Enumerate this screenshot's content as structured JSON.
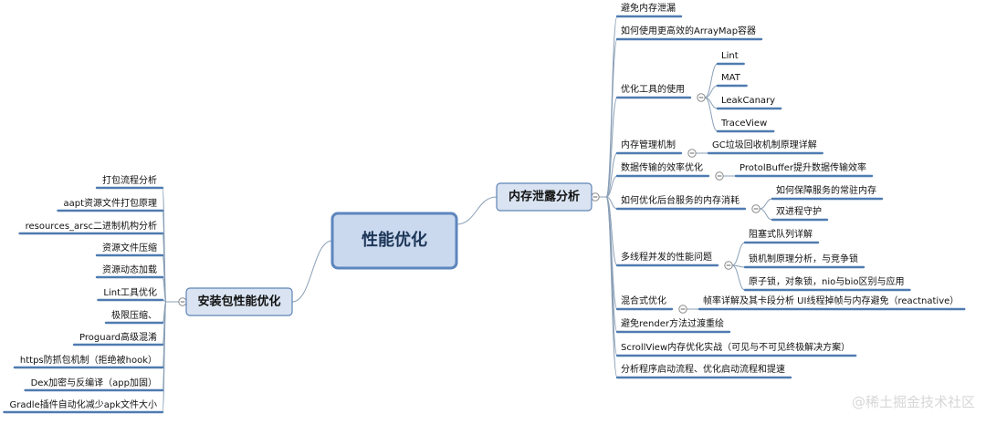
{
  "colors": {
    "connector": "#8a9fb6",
    "underline": "#4f7bb0",
    "center_fill": "#cad9ee",
    "center_border": "#5d86bd",
    "branch_fill": "#d9e3f1",
    "branch_border": "#5f84b6"
  },
  "center": {
    "label": "性能优化"
  },
  "left_branch": {
    "label": "安装包性能优化",
    "items": [
      "打包流程分析",
      "aapt资源文件打包原理",
      "resources_arsc二进制机构分析",
      "资源文件压缩",
      "资源动态加载",
      "Lint工具优化",
      "极限压缩、",
      "Proguard高级混淆",
      "https防抓包机制（拒绝被hook）",
      "Dex加密与反编译（app加固）",
      "Gradle插件自动化减少apk文件大小"
    ]
  },
  "right_branch": {
    "label": "内存泄露分析",
    "items": [
      {
        "label": "避免内存泄漏",
        "children": []
      },
      {
        "label": "如何使用更高效的ArrayMap容器",
        "children": []
      },
      {
        "label": "优化工具的使用",
        "children": [
          "Lint",
          "MAT",
          "LeakCanary",
          "TraceView"
        ]
      },
      {
        "label": "内存管理机制",
        "children": [
          "GC垃圾回收机制原理详解"
        ]
      },
      {
        "label": "数据传输的效率优化",
        "children": [
          "ProtolBuffer提升数据传输效率"
        ]
      },
      {
        "label": "如何优化后台服务的内存消耗",
        "children": [
          "如何保障服务的常驻内存",
          "双进程守护"
        ]
      },
      {
        "label": "多线程并发的性能问题",
        "children": [
          "阻塞式队列详解",
          "锁机制原理分析，与竞争锁",
          "原子锁，对象锁，nio与bio区别与应用"
        ]
      },
      {
        "label": "混合式优化",
        "children": [
          "帧率详解及其卡段分析 UI线程掉帧与内存避免（reactnative）"
        ]
      },
      {
        "label": "避免render方法过渡重绘",
        "children": []
      },
      {
        "label": "ScrollView内存优化实战（可见与不可见终极解决方案）",
        "children": []
      },
      {
        "label": "分析程序启动流程、优化启动流程和提速",
        "children": []
      }
    ]
  },
  "watermark": {
    "text": "@稀土掘金技术社区"
  }
}
